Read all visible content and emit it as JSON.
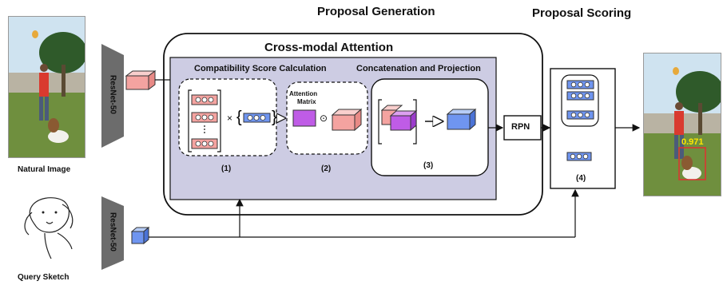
{
  "headers": {
    "proposal_generation": "Proposal Generation",
    "proposal_scoring": "Proposal Scoring",
    "cross_modal_attention": "Cross-modal Attention",
    "compatibility_score": "Compatibility Score Calculation",
    "concat_projection": "Concatenation and Projection"
  },
  "labels": {
    "natural_image": "Natural Image",
    "query_sketch": "Query Sketch",
    "resnet_top": "ResNet-50",
    "resnet_bottom": "ResNet-50",
    "attention_line1": "Attention",
    "attention_line2": "Matrix",
    "rpn": "RPN",
    "times": "×",
    "odot": "⊙",
    "detection_score": "0.971"
  },
  "steps": {
    "s1": "(1)",
    "s2": "(2)",
    "s3": "(3)",
    "s4": "(4)"
  },
  "colors": {
    "pink": "#f4a3a0",
    "purple": "#bf5ce6",
    "blue": "#6f95f0",
    "panel": "#cdcce3",
    "box_red": "#e03030"
  }
}
